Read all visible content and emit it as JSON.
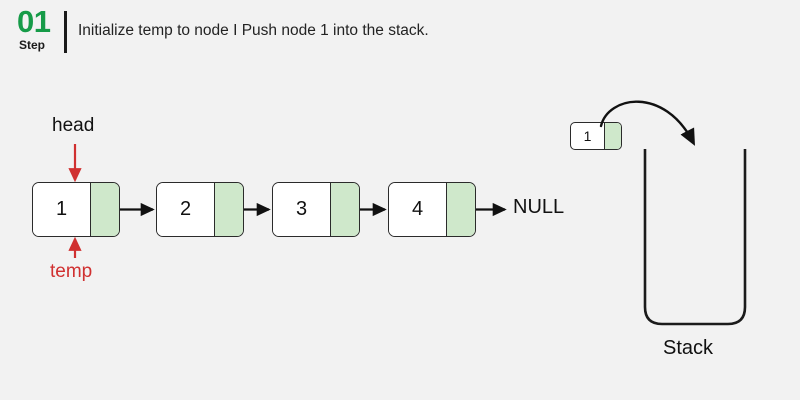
{
  "header": {
    "step_number": "01",
    "step_word": "Step",
    "title": "Initialize temp to node I Push node 1 into the stack."
  },
  "colors": {
    "background": "#f2f2f2",
    "accent_green": "#169b48",
    "node_pointer_green": "#cfe8cb",
    "stroke": "#2b2b2b",
    "pointer_red": "#d03030"
  },
  "linked_list": {
    "nodes": [
      {
        "value": "1"
      },
      {
        "value": "2"
      },
      {
        "value": "3"
      },
      {
        "value": "4"
      }
    ],
    "terminator": "NULL",
    "pointers": [
      {
        "name": "head",
        "label": "head",
        "target_node": "1",
        "direction": "down"
      },
      {
        "name": "temp",
        "label": "temp",
        "target_node": "1",
        "direction": "up"
      }
    ]
  },
  "stack": {
    "label": "Stack",
    "items": [],
    "pushing_node": {
      "value": "1"
    }
  }
}
